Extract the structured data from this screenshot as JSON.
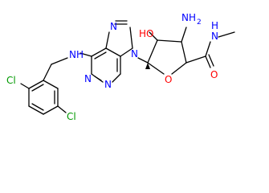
{
  "labels": {
    "nh_linker": "NH",
    "purine_n7": "N",
    "purine_n9": "N",
    "purine_n1": "N",
    "purine_n3": "N",
    "oh": "HO",
    "nh2": "NH",
    "nh2_sub": "2",
    "ring_o": "O",
    "amide_nh": "N",
    "amide_h": "H",
    "amide_o": "O",
    "cl_top": "Cl",
    "cl_bottom": "Cl"
  },
  "colors": {
    "bond": "#000000",
    "nitrogen": "#0000ff",
    "oxygen": "#ff0000",
    "chlorine": "#009900"
  }
}
